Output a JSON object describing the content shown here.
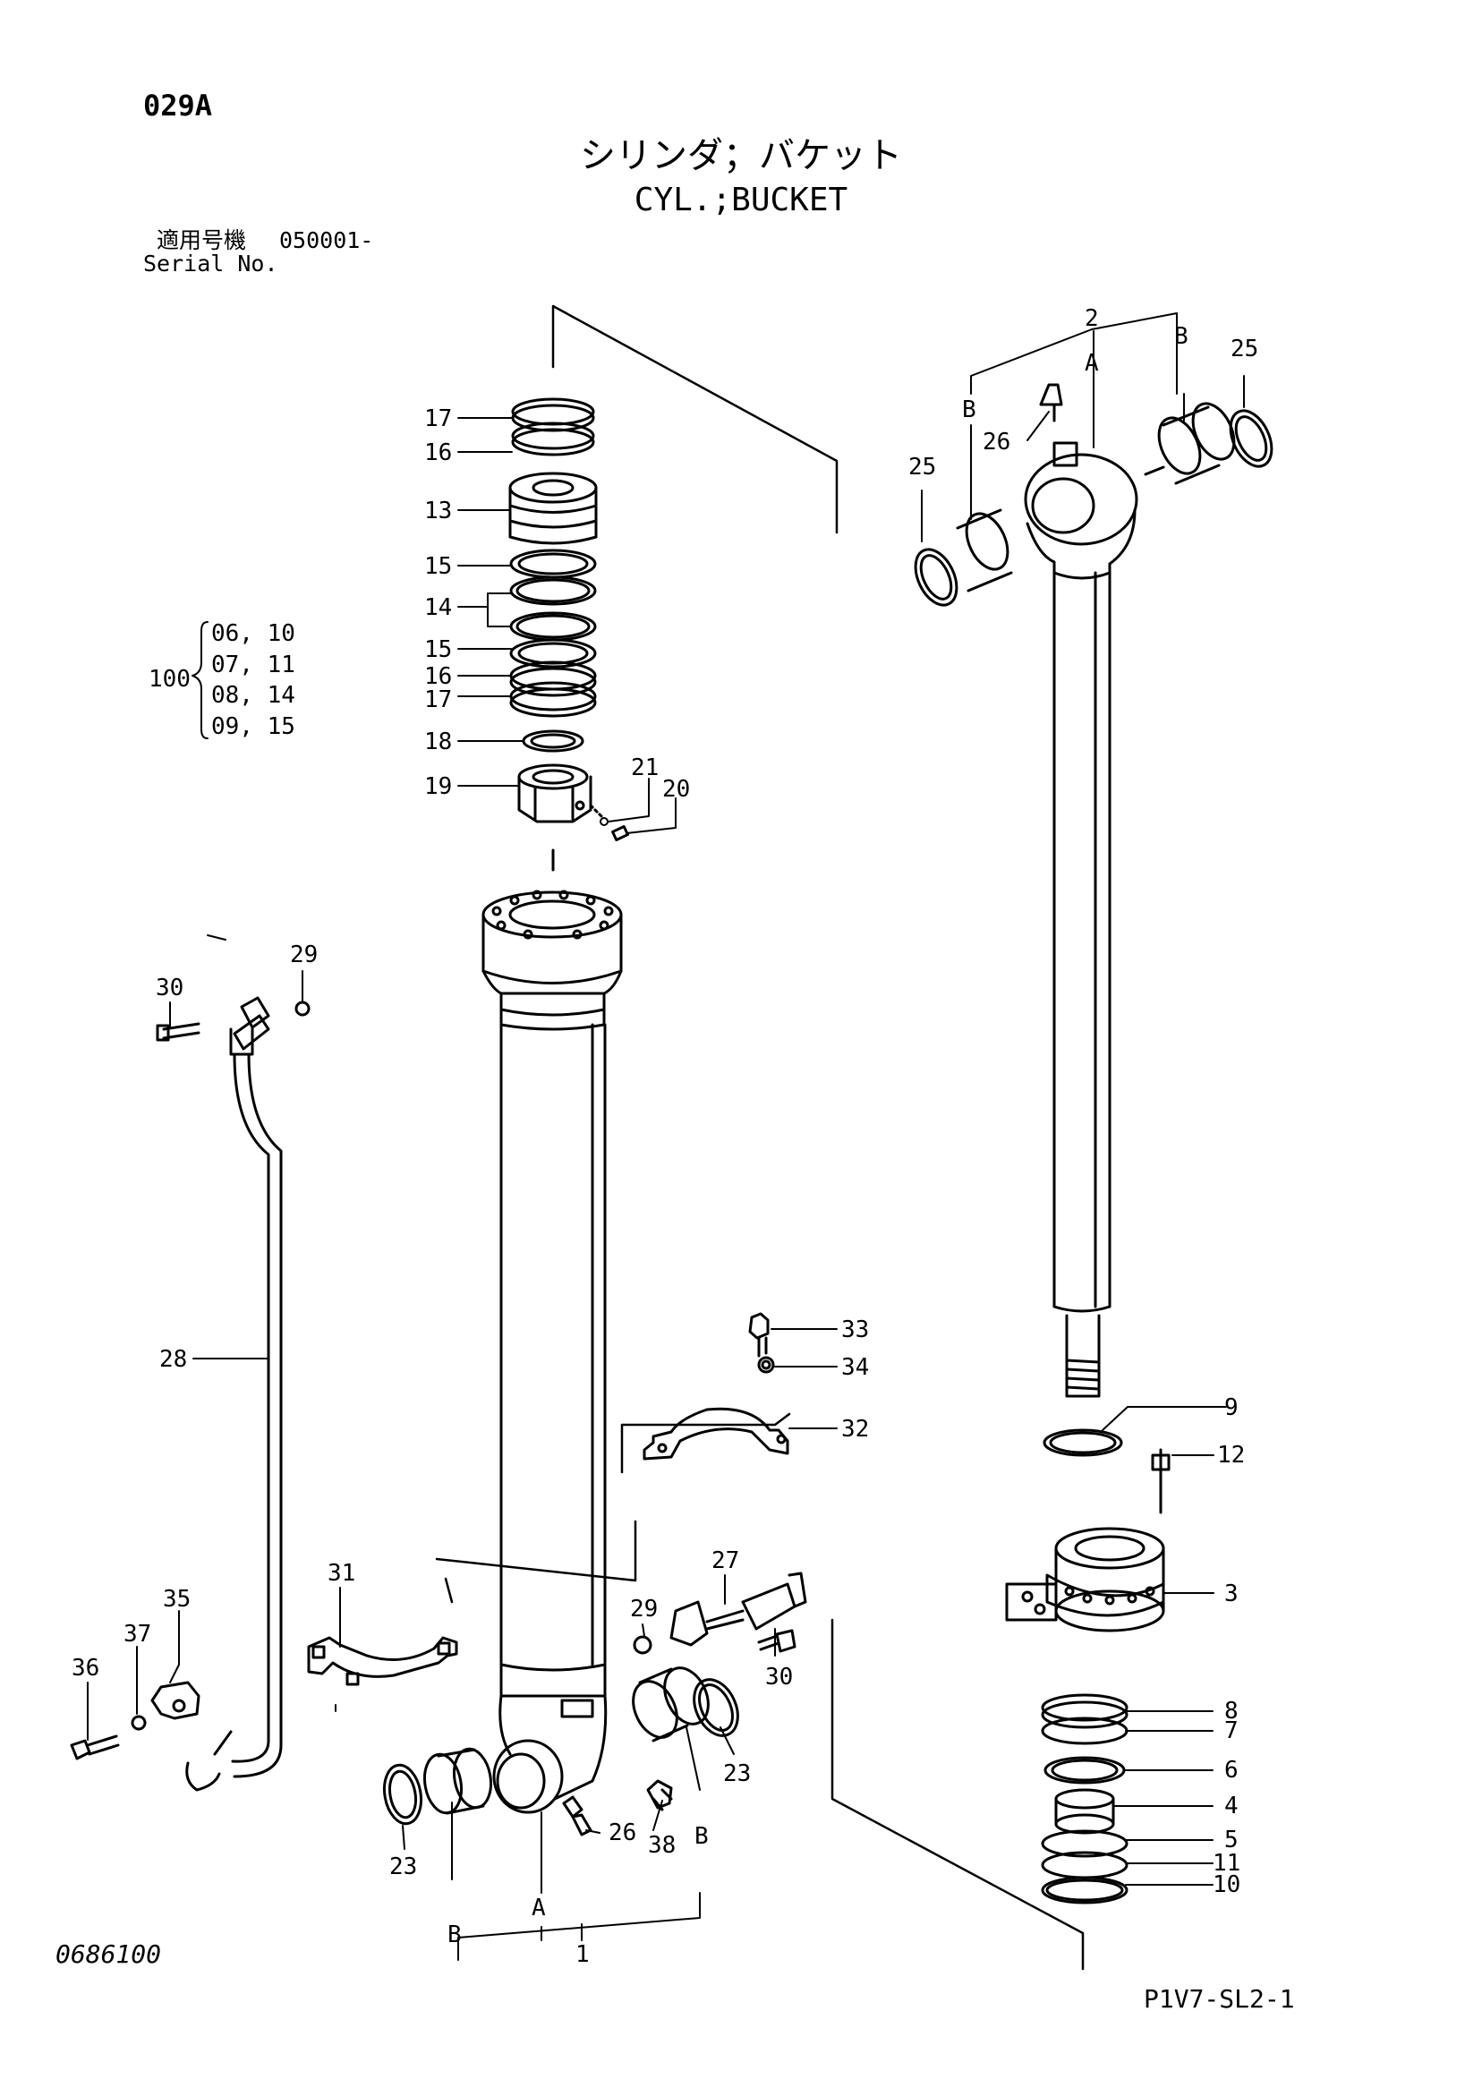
{
  "sheet_id": "029A",
  "title_jp": "シリンダ；バケット",
  "title_en": "CYL.;BUCKET",
  "serial_label_jp": "適用号機",
  "serial_value": "050001-",
  "serial_label_en": "Serial No.",
  "doc_number": "0686100",
  "page_code": "P1V7-SL2-1",
  "kit": {
    "label": "100",
    "items": [
      "06, 10",
      "07, 11",
      "08, 14",
      "09, 15"
    ]
  },
  "labels": {
    "p1": "1",
    "p2": "2",
    "p3": "3",
    "p4": "4",
    "p5": "5",
    "p6": "6",
    "p7": "7",
    "p8": "8",
    "p9": "9",
    "p10": "10",
    "p11": "11",
    "p12": "12",
    "p13": "13",
    "p14": "14",
    "p15a": "15",
    "p15b": "15",
    "p16a": "16",
    "p16b": "16",
    "p17a": "17",
    "p17b": "17",
    "p18": "18",
    "p19": "19",
    "p20": "20",
    "p21": "21",
    "p23a": "23",
    "p23b": "23",
    "p25a": "25",
    "p25b": "25",
    "p26a": "26",
    "p26b": "26",
    "p27": "27",
    "p28": "28",
    "p29a": "29",
    "p29b": "29",
    "p30a": "30",
    "p30b": "30",
    "p31": "31",
    "p32": "32",
    "p33": "33",
    "p34": "34",
    "p35": "35",
    "p36": "36",
    "p37": "37",
    "p38": "38",
    "a_top": "A",
    "b_top_left": "B",
    "b_top_right": "B",
    "a_bottom": "A",
    "b_bottom_left": "B",
    "b_bottom_right": "B"
  }
}
